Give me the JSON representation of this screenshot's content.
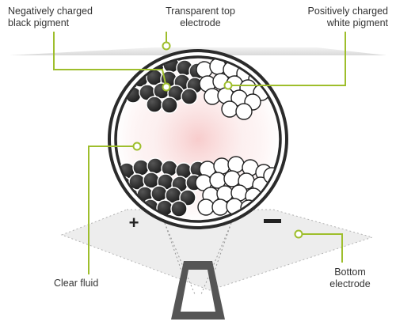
{
  "labels": {
    "negative_pigment": "Negatively charged\nblack pigment",
    "top_electrode": "Transparent top\nelectrode",
    "positive_pigment": "Positively charged\nwhite pigment",
    "clear_fluid": "Clear fluid",
    "bottom_electrode": "Bottom\nelectrode",
    "plus_sign": "+",
    "minus_sign": "−"
  },
  "colors": {
    "accent": "#9ebe2c",
    "black_pigment": "#262626",
    "white_pigment": "#ffffff",
    "capsule_shell": "#2b2b2b",
    "fluid_glow": "#f7c9c9",
    "electrode_plane": "#e6e6e6",
    "pixel_frame": "#555555"
  }
}
